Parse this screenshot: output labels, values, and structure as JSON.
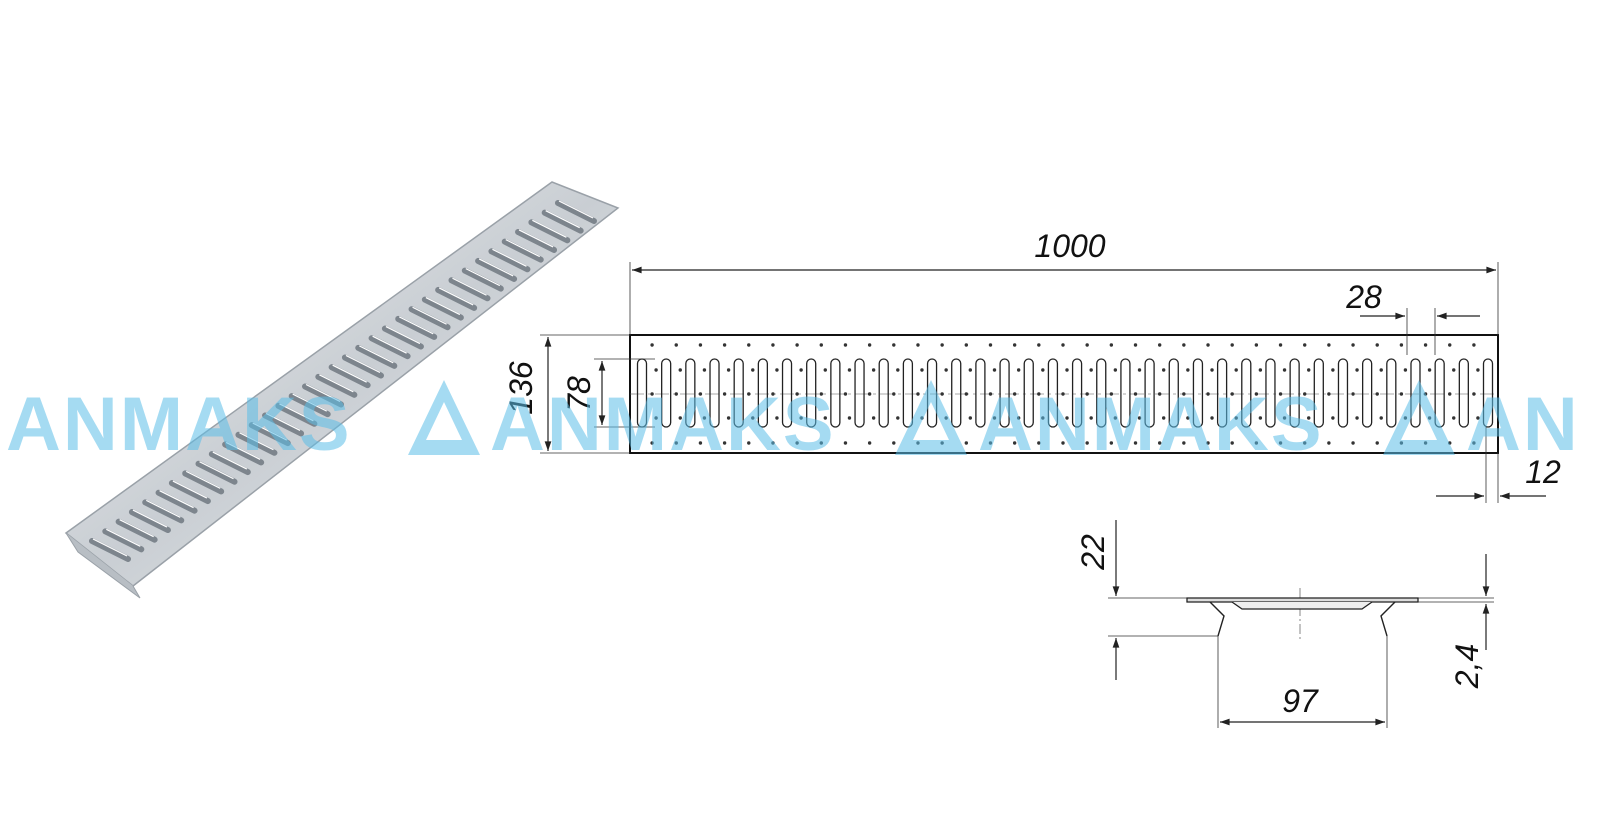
{
  "dimensions": {
    "length": "1000",
    "slot_pitch": "28",
    "width": "136",
    "slot_length": "78",
    "end_margin": "12",
    "height": "22",
    "leg_width": "97",
    "thickness": "2,4"
  },
  "watermark": {
    "text": "ANMAKS",
    "color": "#5bbde8"
  },
  "colors": {
    "line": "#222222",
    "grate_metal": "#d9dde1"
  },
  "grate": {
    "slot_count": 36
  }
}
